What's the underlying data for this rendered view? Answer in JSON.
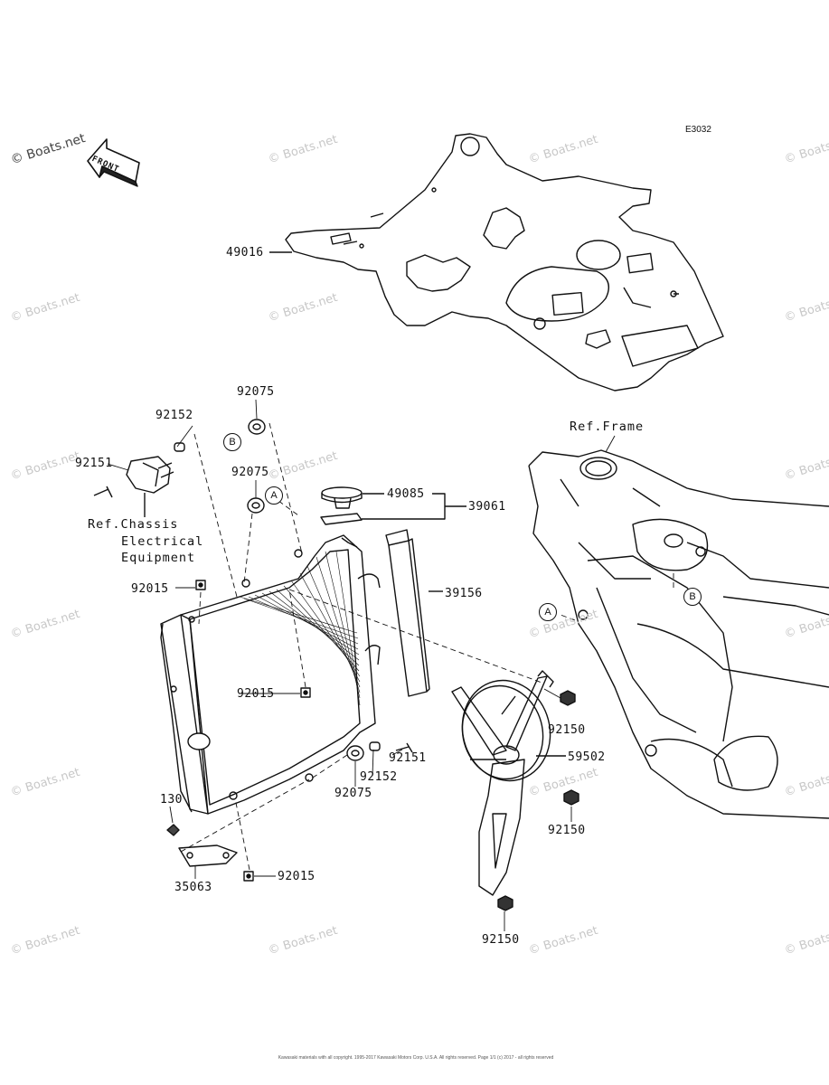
{
  "diagram_code": "E3032",
  "watermark": "© Boats.net",
  "front_label": "FRONT",
  "callout_letters": {
    "a": "A",
    "b": "B"
  },
  "parts": {
    "p49016": "49016",
    "p92152_top": "92152",
    "p92075_top": "92075",
    "p92151_top": "92151",
    "p92075_mid": "92075",
    "p49085": "49085",
    "p39061": "39061",
    "p92015_top": "92015",
    "p39156": "39156",
    "p92015_mid": "92015",
    "p92150_a": "92150",
    "p92151_low": "92151",
    "p59502": "59502",
    "p92152_low": "92152",
    "p92075_low": "92075",
    "p130": "130",
    "p92150_b": "92150",
    "p35063": "35063",
    "p92015_low": "92015",
    "p92150_c": "92150"
  },
  "refs": {
    "frame": "Ref.Frame",
    "chassis_line1": "Ref.Chassis",
    "chassis_line2": "Electrical",
    "chassis_line3": "Equipment"
  },
  "footer_copyright": "Kawasaki materials with all copyright. 1995-2017 Kawasaki Motors Corp. U.S.A. All rights reserved. Page 1/1 (c) 2017 - all rights reserved"
}
